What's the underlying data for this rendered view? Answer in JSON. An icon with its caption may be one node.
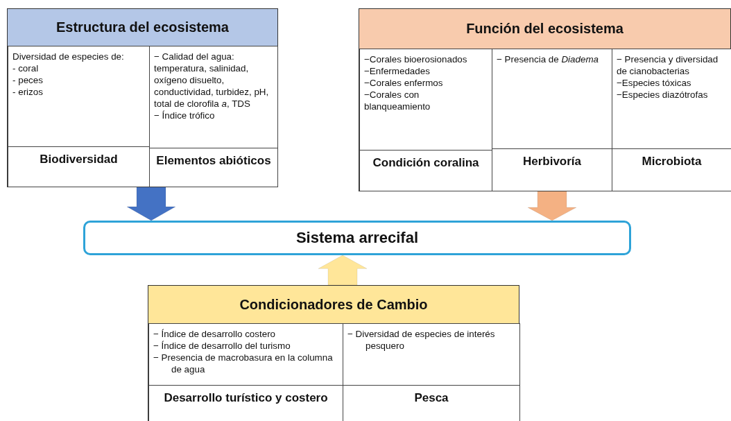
{
  "diagram": {
    "nodes": [
      {
        "text": [
          "Estructura del ecosistema"
        ]
      },
      {
        "text": [
          "Diversidad de especies de:",
          "- coral",
          "- peces",
          "- erizos"
        ],
        "in": 0
      },
      {
        "text": [
          "Biodiversidad"
        ],
        "in": 0
      },
      {
        "text": [
          "− Calidad del agua: temperatura, salinidad, oxígeno disuelto, conductividad, turbidez, pH, total de clorofila *a*, TDS",
          "− Índice trófico"
        ],
        "in": 0
      },
      {
        "text": [
          "Elementos abióticos"
        ],
        "in": 0
      },
      {
        "text": [
          "Función del ecosistema"
        ]
      },
      {
        "text": [
          "−Corales bioerosionados",
          "−Enfermedades",
          "−Corales enfermos",
          "−Corales con blanqueamiento"
        ],
        "in": 5
      },
      {
        "text": [
          "Condición coralina"
        ],
        "in": 5
      },
      {
        "text": [
          "− Presencia de *Diadema*"
        ],
        "in": 5
      },
      {
        "text": [
          "Herbivoría"
        ],
        "in": 5
      },
      {
        "text": [
          "− Presencia y diversidad de cianobacterias",
          "−Especies tóxicas",
          "−Especies diazótrofas"
        ],
        "in": 5
      },
      {
        "text": [
          "Microbiota"
        ],
        "in": 5
      },
      {
        "text": [
          "Sistema arrecifal"
        ]
      },
      {
        "text": [
          "Condicionadores de Cambio"
        ]
      },
      {
        "text": [
          "− Índice de desarrollo costero",
          "− Índice de desarrollo del turismo",
          "− Presencia de macrobasura en la columna de agua"
        ],
        "in": 13
      },
      {
        "text": [
          "Desarrollo turístico y costero"
        ],
        "in": 13
      },
      {
        "text": [
          "− Diversidad de especies de interés pesquero"
        ],
        "in": 13
      },
      {
        "text": [
          "Pesca"
        ],
        "in": 13
      }
    ],
    "edges": [
      {
        "from": 0,
        "to": 12,
        "arrow": "to",
        "style": "thick",
        "color": "#4472c4"
      },
      {
        "from": 5,
        "to": 12,
        "arrow": "to",
        "style": "thick",
        "color": "#f4b183"
      },
      {
        "from": 13,
        "to": 12,
        "arrow": "to",
        "style": "thick",
        "color": "#ffe699"
      }
    ]
  }
}
